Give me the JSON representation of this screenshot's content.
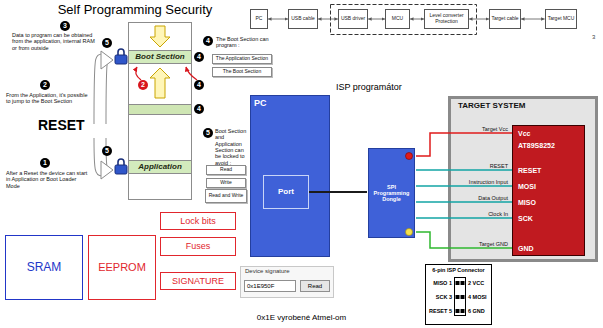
{
  "diagram": {
    "title": "Self Programming Security",
    "caption": "0x1E vyrobené Atmel-om",
    "nodes": [
      {
        "text": [
          "Boot Section"
        ]
      },
      {
        "text": [
          "Application"
        ]
      },
      {
        "text": [
          "The Application Section"
        ]
      },
      {
        "text": [
          "The Boot Section"
        ]
      },
      {
        "text": [
          "Read"
        ]
      },
      {
        "text": [
          "Write"
        ]
      },
      {
        "text": [
          "Read and Write"
        ]
      },
      {
        "text": [
          "SRAM"
        ]
      },
      {
        "text": [
          "EEPROM"
        ]
      },
      {
        "text": [
          "Lock bits"
        ]
      },
      {
        "text": [
          "Fuses"
        ]
      },
      {
        "text": [
          "SIGNATURE"
        ]
      },
      {
        "text": [
          "Device signature"
        ]
      },
      {
        "text": [
          "0x1E950F"
        ],
        "in": 12
      },
      {
        "text": [
          "Read"
        ],
        "in": 12
      },
      {
        "text": [
          "PC"
        ]
      },
      {
        "text": [
          "USB cable"
        ]
      },
      {
        "text": [
          "USB driver"
        ]
      },
      {
        "text": [
          "MCU"
        ]
      },
      {
        "text": [
          "Level converter Protection"
        ]
      },
      {
        "text": [
          "Target cable"
        ]
      },
      {
        "text": [
          "Target MCU"
        ]
      },
      {
        "text": [
          "PC"
        ]
      },
      {
        "text": [
          "Port"
        ],
        "in": 22
      },
      {
        "text": [
          "SPI Programming Dongle"
        ]
      },
      {
        "text": [
          "TARGET SYSTEM"
        ]
      },
      {
        "text": [
          "Vcc",
          "AT89S8252",
          "RESET",
          "MOSI",
          "MISO",
          "SCK",
          "GND"
        ],
        "in": 25
      },
      {
        "text": [
          "6-pin ISP Connector",
          "MISO 1",
          "2 VCC",
          "SCK 3",
          "4 MOSI",
          "RESET 5",
          "6 GND"
        ]
      }
    ],
    "edges": [
      {
        "from": 15,
        "to": 16,
        "arrow": "both"
      },
      {
        "from": 16,
        "to": 17,
        "arrow": "both"
      },
      {
        "from": 17,
        "to": 18,
        "arrow": "both"
      },
      {
        "from": 18,
        "to": 19,
        "arrow": "both"
      },
      {
        "from": 19,
        "to": 20,
        "arrow": "both"
      },
      {
        "from": 20,
        "to": 21,
        "arrow": "both"
      },
      {
        "from": 23,
        "to": 24,
        "arrow": "none"
      },
      {
        "from": 24,
        "to": 26,
        "label": "Target Vcc",
        "arrow": "none"
      },
      {
        "from": 24,
        "to": 26,
        "label": "RESET",
        "arrow": "none"
      },
      {
        "from": 24,
        "to": 26,
        "label": "Instruction Input",
        "arrow": "none"
      },
      {
        "from": 24,
        "to": 26,
        "label": "Data Output",
        "arrow": "none"
      },
      {
        "from": 24,
        "to": 26,
        "label": "Clock In",
        "arrow": "none"
      },
      {
        "from": 24,
        "to": 26,
        "label": "Target GND",
        "arrow": "none"
      }
    ],
    "labels": [
      "3",
      "Data to program can be obtained from the application, internal RAM or from outside",
      "2",
      "From the Application, it's possible to jump to the Boot Section",
      "RESET",
      "1",
      "After a Reset the device can start in Application or Boot Loader Mode",
      "5",
      "4",
      "2",
      "4",
      "4",
      "5",
      "4",
      "The Boot Section can program :",
      "5",
      "Boot Section and Application Section can be locked to avoid :",
      "ISP programátor",
      "3"
    ]
  }
}
